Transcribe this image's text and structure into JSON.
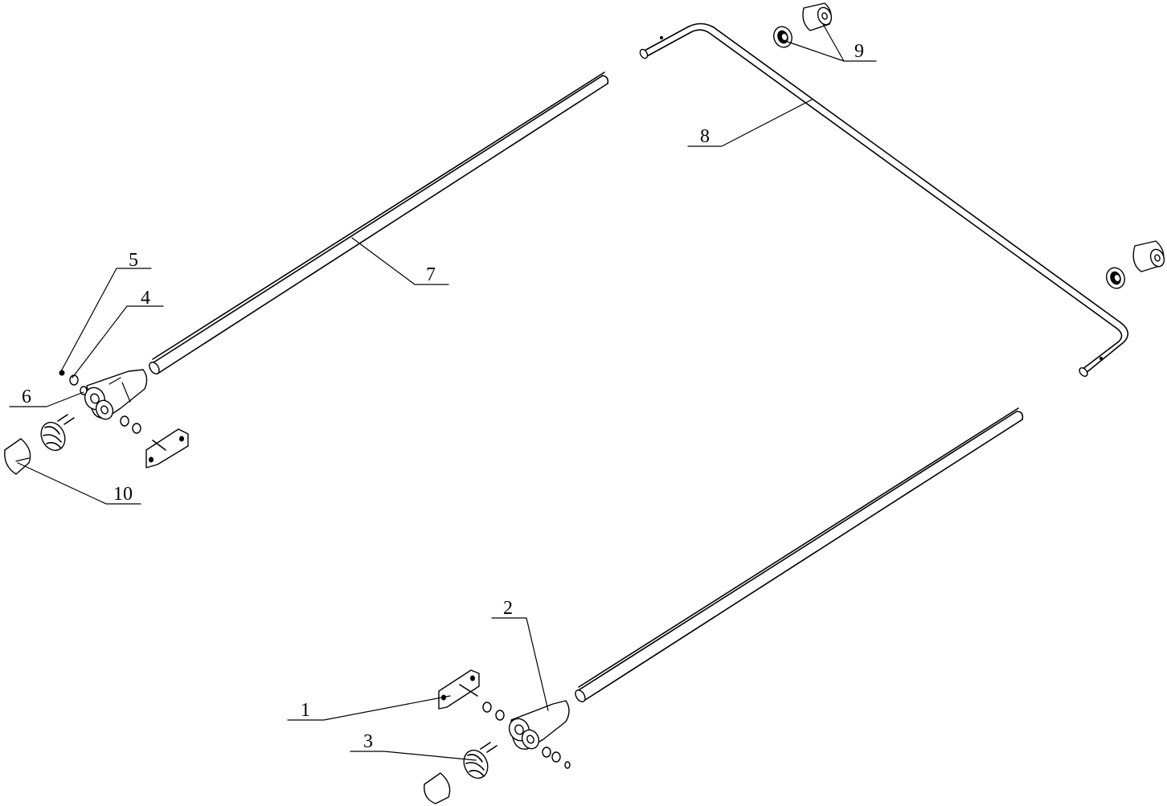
{
  "labels": {
    "part1": "1",
    "part2": "2",
    "part3": "3",
    "part4": "4",
    "part5": "5",
    "part6": "6",
    "part7": "7",
    "part8": "8",
    "part9": "9",
    "part10": "10"
  }
}
